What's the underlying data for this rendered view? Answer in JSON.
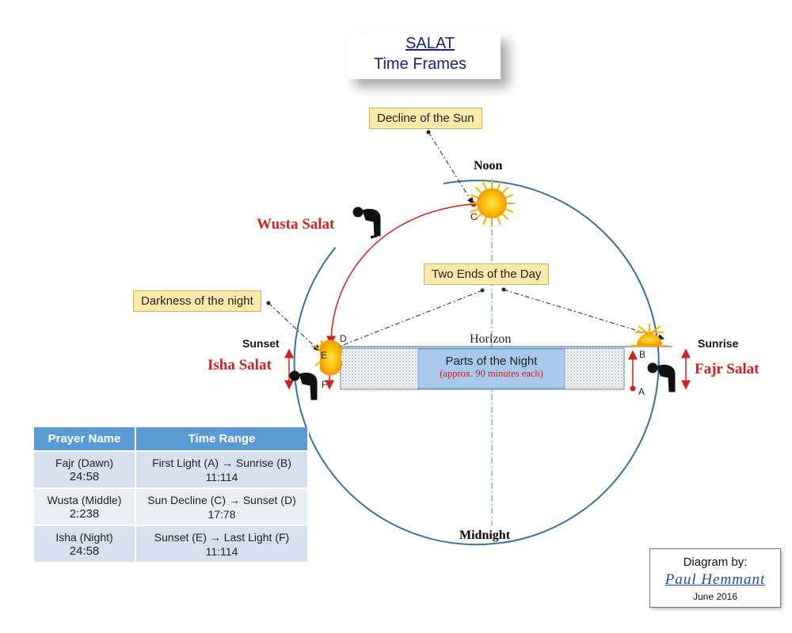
{
  "title": {
    "line1": "SALAT",
    "line2": "Time Frames"
  },
  "callouts": {
    "decline": "Decline of the Sun",
    "two_ends": "Two Ends of the Day",
    "darkness": "Darkness of the night"
  },
  "positions": {
    "noon": "Noon",
    "midnight": "Midnight",
    "sunset": "Sunset",
    "sunrise": "Sunrise",
    "horizon": "Horizon"
  },
  "prayers": {
    "wusta": "Wusta Salat",
    "isha": "Isha Salat",
    "fajr": "Fajr Salat"
  },
  "points": {
    "a": "A",
    "b": "B",
    "c": "C",
    "d": "D",
    "e": "E",
    "f": "F"
  },
  "night_box": {
    "title": "Parts of the Night",
    "subtitle": "(approx. 90 minutes each)"
  },
  "table": {
    "headers": [
      "Prayer Name",
      "Time Range"
    ],
    "rows": [
      {
        "name": "Fajr (Dawn)",
        "ref": "24:58",
        "range": "First Light (A) → Sunrise (B)",
        "range_ref": "11:114"
      },
      {
        "name": "Wusta (Middle)",
        "ref": "2:238",
        "range": "Sun Decline (C) → Sunset (D)",
        "range_ref": "17:78"
      },
      {
        "name": "Isha (Night)",
        "ref": "24:58",
        "range": "Sunset (E) → Last Light (F)",
        "range_ref": "11:114"
      }
    ]
  },
  "credit": {
    "label": "Diagram by:",
    "name": "Paul  Hemmant",
    "date": "June 2016"
  },
  "colors": {
    "circle": "#3b6fa0",
    "red_arc": "#d32020",
    "sun": "#ffc000",
    "table_header": "#5b9bd5",
    "callout_fill": "#fde9a9",
    "night_label_fill": "#a8c8ec"
  }
}
